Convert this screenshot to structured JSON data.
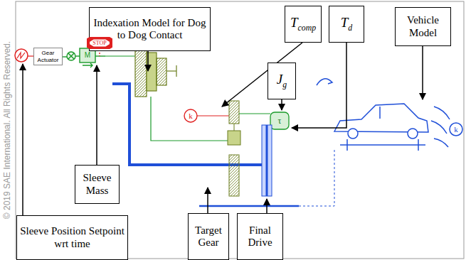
{
  "diagram": {
    "nodes": [
      {
        "text": [
          "Indexation Model for Dog to Dog Contact"
        ]
      },
      {
        "text": [
          "Tcomp"
        ]
      },
      {
        "text": [
          "Td"
        ]
      },
      {
        "text": [
          "Vehicle Model"
        ]
      },
      {
        "text": [
          "STOP"
        ]
      },
      {
        "text": [
          "Gear Actuator"
        ]
      },
      {
        "text": [
          "Jg"
        ]
      },
      {
        "text": [
          "Sleeve Mass"
        ]
      },
      {
        "text": [
          "Sleeve Position Setpoint wrt time"
        ]
      },
      {
        "text": [
          "Target Gear"
        ]
      },
      {
        "text": [
          "Final Drive"
        ]
      }
    ],
    "labels": [
      "© 2019 SAE International. All Rights Reserved.",
      "M",
      "k",
      "τ",
      "k"
    ]
  }
}
